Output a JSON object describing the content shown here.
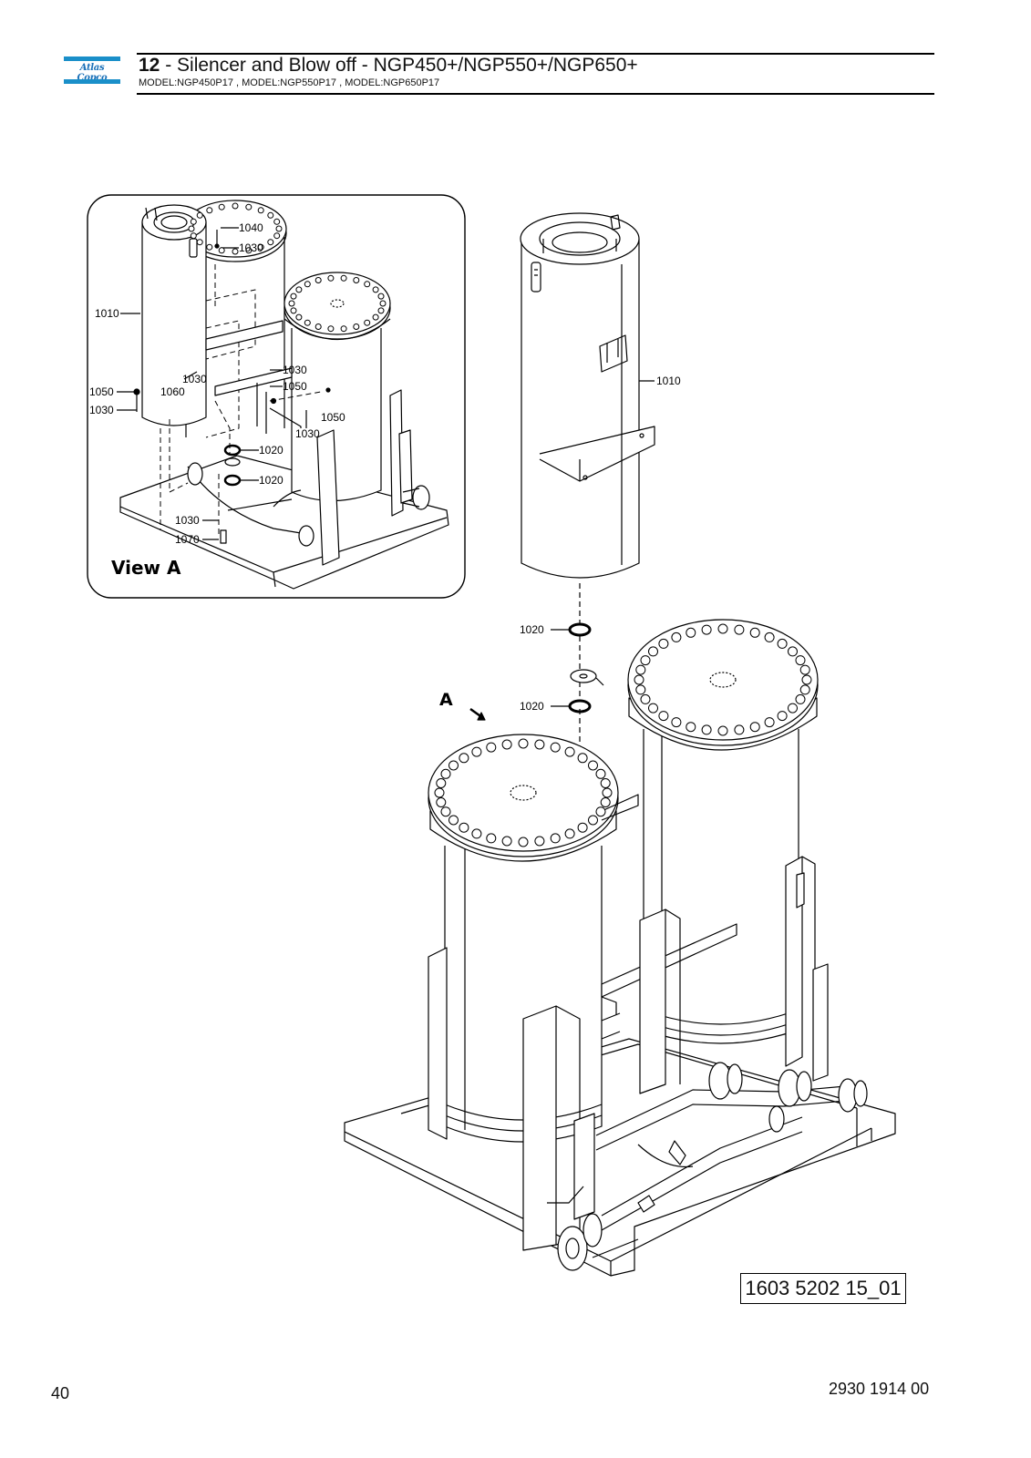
{
  "header": {
    "logo_text": "Atlas Copco",
    "section_number": "12",
    "title_rest": " - Silencer and Blow off - NGP450+/NGP550+/NGP650+",
    "models": "MODEL:NGP450P17 , MODEL:NGP550P17 , MODEL:NGP650P17"
  },
  "inset": {
    "label": "View A",
    "callouts": [
      "1040",
      "1030",
      "1010",
      "1030",
      "1030",
      "1050",
      "1060",
      "1050",
      "1030",
      "1050",
      "1030",
      "1020",
      "1020",
      "1030",
      "1070"
    ]
  },
  "main": {
    "callouts": [
      "1010",
      "1020",
      "1020"
    ],
    "view_marker": "A"
  },
  "drawing_number": "1603 5202 15_01",
  "footer": {
    "page_number": "40",
    "document_number": "2930 1914 00"
  }
}
